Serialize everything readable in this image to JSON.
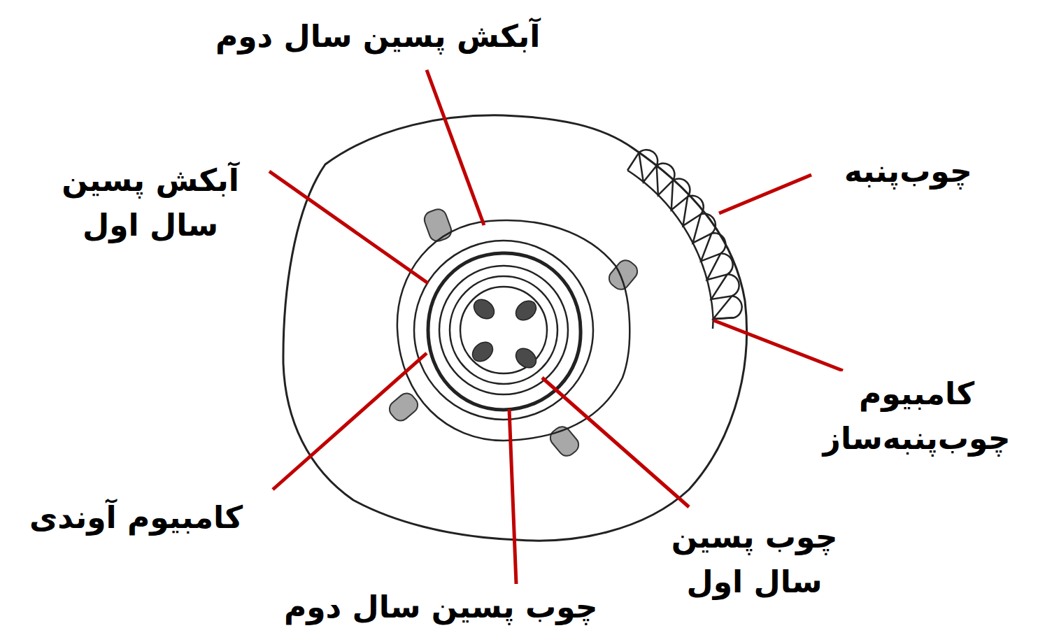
{
  "diagram": {
    "labels": [
      "آبکش پسین سال دوم",
      "آبکش پسین سال اول",
      "چوب‌پنبه",
      "کامبیوم چوب‌پنبه‌ساز",
      "کامبیوم آوندی",
      "چوب پسین سال اول",
      "چوب پسین سال دوم"
    ]
  }
}
